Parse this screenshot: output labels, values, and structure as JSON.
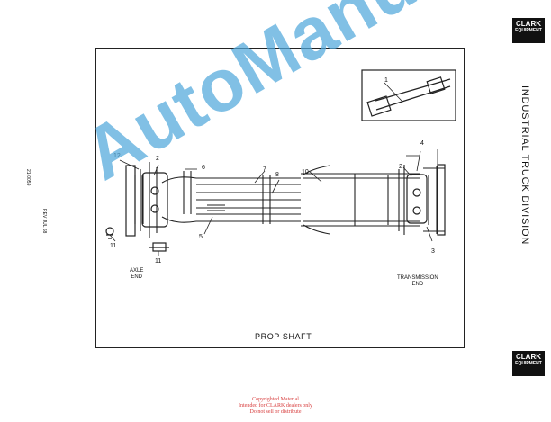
{
  "page": {
    "title": "PROP SHAFT",
    "side_title": "INDUSTRIAL TRUCK DIVISION",
    "left_code": "21-0059",
    "left_rev": "REV JUL 68"
  },
  "brand": {
    "name": "CLARK",
    "sub": "EQUIPMENT"
  },
  "labels": {
    "axle": [
      "AXLE",
      "END"
    ],
    "transmission": [
      "TRANSMISSION",
      "END"
    ]
  },
  "callouts": [
    "1",
    "12",
    "2",
    "6",
    "7",
    "8",
    "10",
    "4",
    "2",
    "3",
    "5",
    "11",
    "11"
  ],
  "watermark": "AutoManual",
  "copyright": [
    "Copyrighted Material",
    "Intended for CLARK dealers only",
    "Do not sell or distribute"
  ]
}
